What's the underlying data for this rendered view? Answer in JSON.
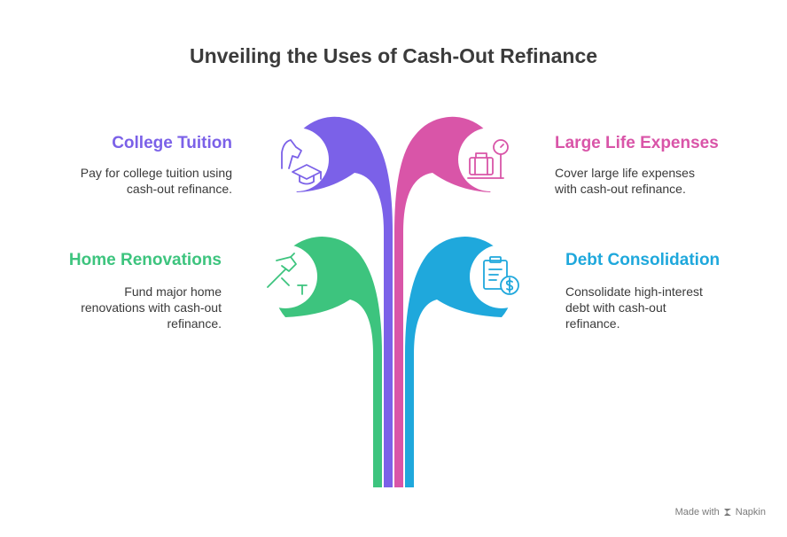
{
  "title": "Unveiling the Uses of Cash-Out Refinance",
  "colors": {
    "purple": "#7b61e8",
    "pink": "#d955a8",
    "green": "#3dc47e",
    "blue": "#1fa8dc"
  },
  "items": [
    {
      "title": "College Tuition",
      "description": "Pay for college tuition using cash-out refinance.",
      "icon": "graduation-icon",
      "color": "#7b61e8"
    },
    {
      "title": "Large Life Expenses",
      "description": "Cover large life expenses with cash-out refinance.",
      "icon": "luggage-clock-icon",
      "color": "#d955a8"
    },
    {
      "title": "Home Renovations",
      "description": "Fund major home renovations with cash-out refinance.",
      "icon": "hammer-icon",
      "color": "#3dc47e"
    },
    {
      "title": "Debt Consolidation",
      "description": "Consolidate high-interest debt with cash-out refinance.",
      "icon": "clipboard-dollar-icon",
      "color": "#1fa8dc"
    }
  ],
  "footer": {
    "made_with": "Made with",
    "brand": "Napkin"
  }
}
